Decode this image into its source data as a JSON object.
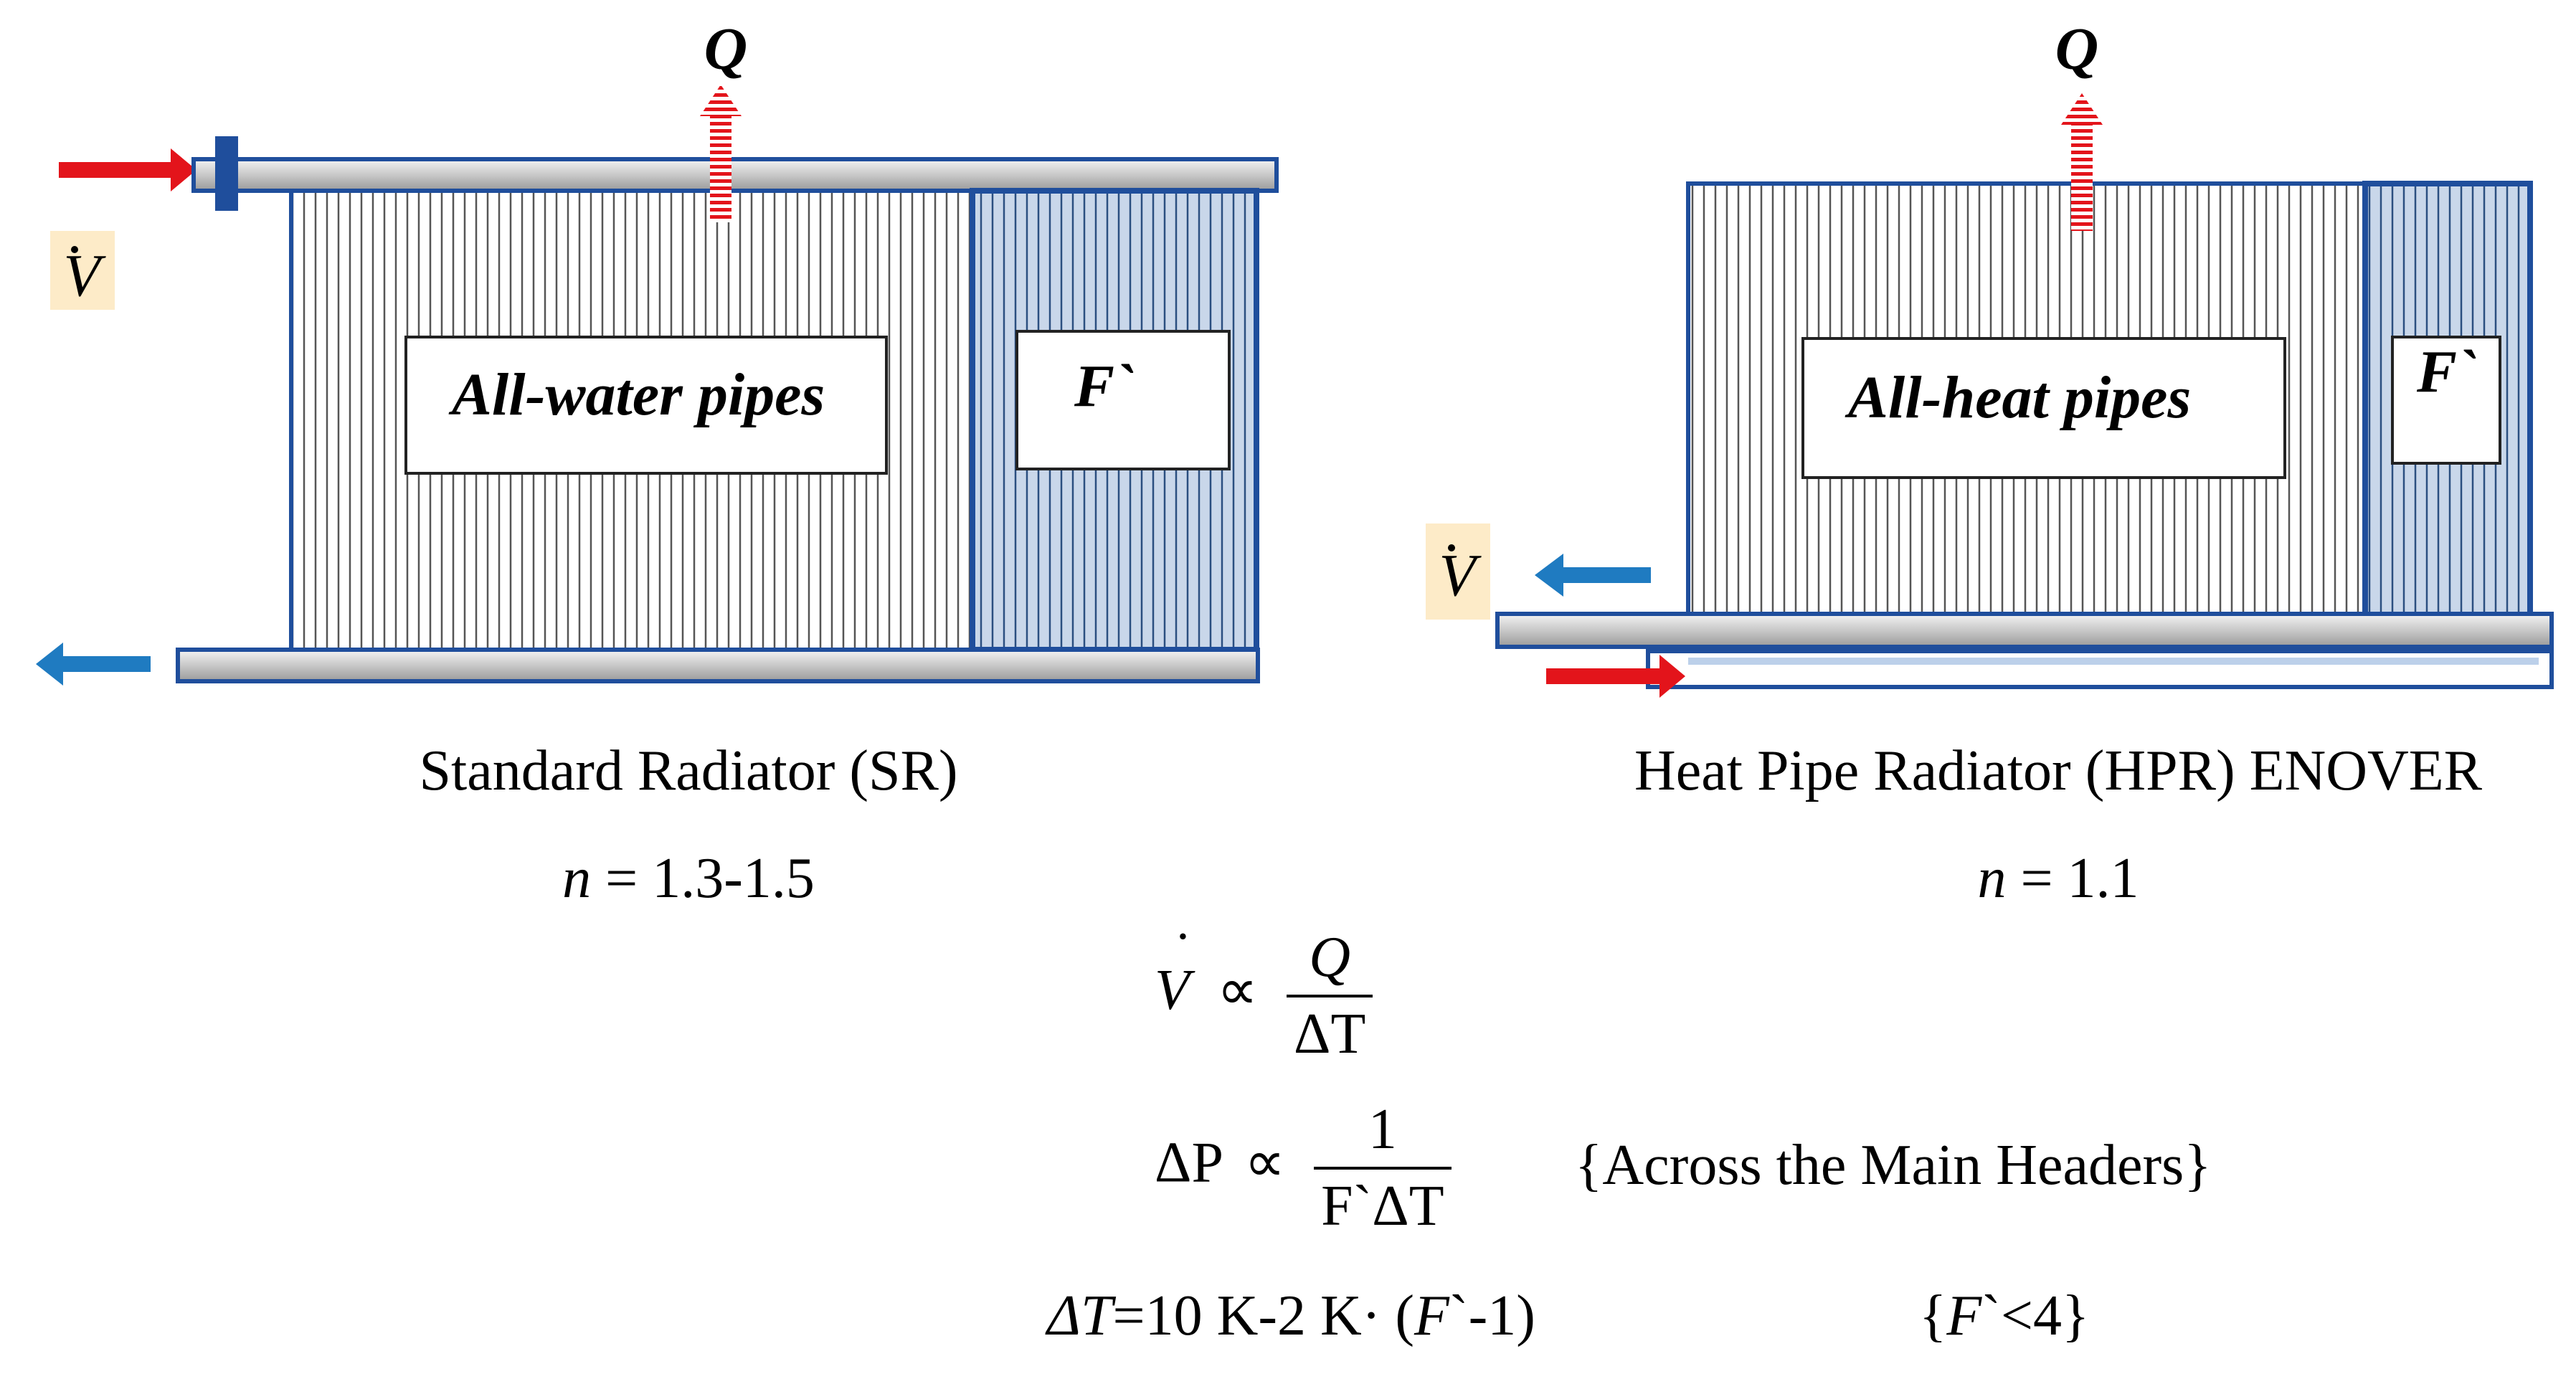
{
  "diagram": {
    "sr": {
      "heat_symbol": "Q",
      "flow_symbol": "V",
      "main_label": "All-water pipes",
      "side_label": "F`",
      "caption": "Standard Radiator (SR)",
      "n_label": "n",
      "n_value": "= 1.3-1.5"
    },
    "hpr": {
      "heat_symbol": "Q",
      "flow_symbol": "V",
      "main_label": "All-heat pipes",
      "side_label": "F`",
      "caption": "Heat Pipe Radiator (HPR) ENOVER",
      "n_label": "n",
      "n_value": "= 1.1"
    },
    "colors": {
      "frame_blue": "#1f4e9c",
      "fill_light_blue": "#c9d7ea",
      "supply_red": "#e3141b",
      "return_blue": "#1f7bc1",
      "flow_label_bg": "#fdebc8"
    }
  },
  "formulas": {
    "f1": {
      "lhs": "V",
      "prop": "∝",
      "num": "Q",
      "den": "ΔT"
    },
    "f2": {
      "lhs": "ΔP",
      "prop": "∝",
      "num": "1",
      "den": "F`ΔT",
      "note": "{Across the Main Headers}"
    },
    "f3": {
      "delta_t": "ΔT",
      "expr": "=10 K-2 K· (",
      "f": "F",
      "tail": "`-1)",
      "note_open": "{",
      "note_f": "F",
      "note_tail": "`<4}"
    }
  }
}
